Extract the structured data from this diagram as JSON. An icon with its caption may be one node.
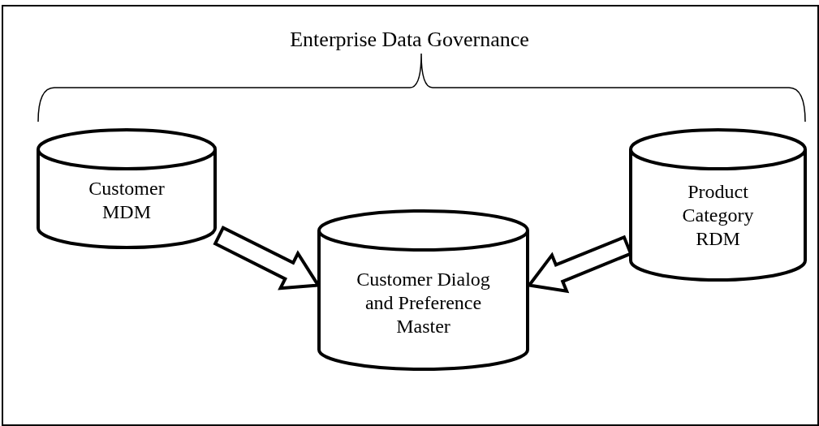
{
  "diagram": {
    "title": "Enterprise Data Governance",
    "nodes": [
      {
        "text": [
          "Customer MDM"
        ]
      },
      {
        "text": [
          "Product Category RDM"
        ]
      },
      {
        "text": [
          "Customer Dialog and Preference Master"
        ]
      }
    ],
    "edges": [
      {
        "from": 0,
        "to": 2,
        "arrow": "to",
        "style": "thick"
      },
      {
        "from": 1,
        "to": 2,
        "arrow": "to",
        "style": "thick"
      }
    ]
  }
}
